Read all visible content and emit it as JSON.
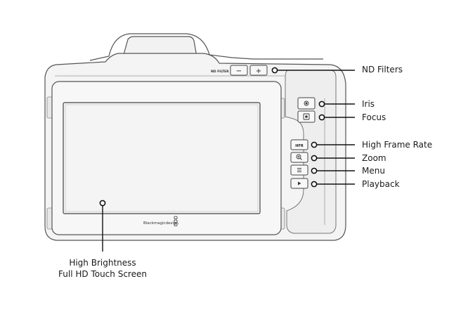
{
  "camera": {
    "nd_filter_label": "ND FILTER",
    "nd_minus": "−",
    "nd_plus": "+",
    "hfr_label": "HFR",
    "brand": "Blackmagicdesign"
  },
  "callouts": {
    "nd_filters": "ND Filters",
    "iris": "Iris",
    "focus": "Focus",
    "high_frame_rate": "High Frame Rate",
    "zoom": "Zoom",
    "menu": "Menu",
    "playback": "Playback",
    "screen_line1": "High Brightness",
    "screen_line2": "Full HD Touch Screen"
  },
  "colors": {
    "body_fill": "#f2f2f2",
    "outline": "#555555",
    "leader": "#111111"
  }
}
